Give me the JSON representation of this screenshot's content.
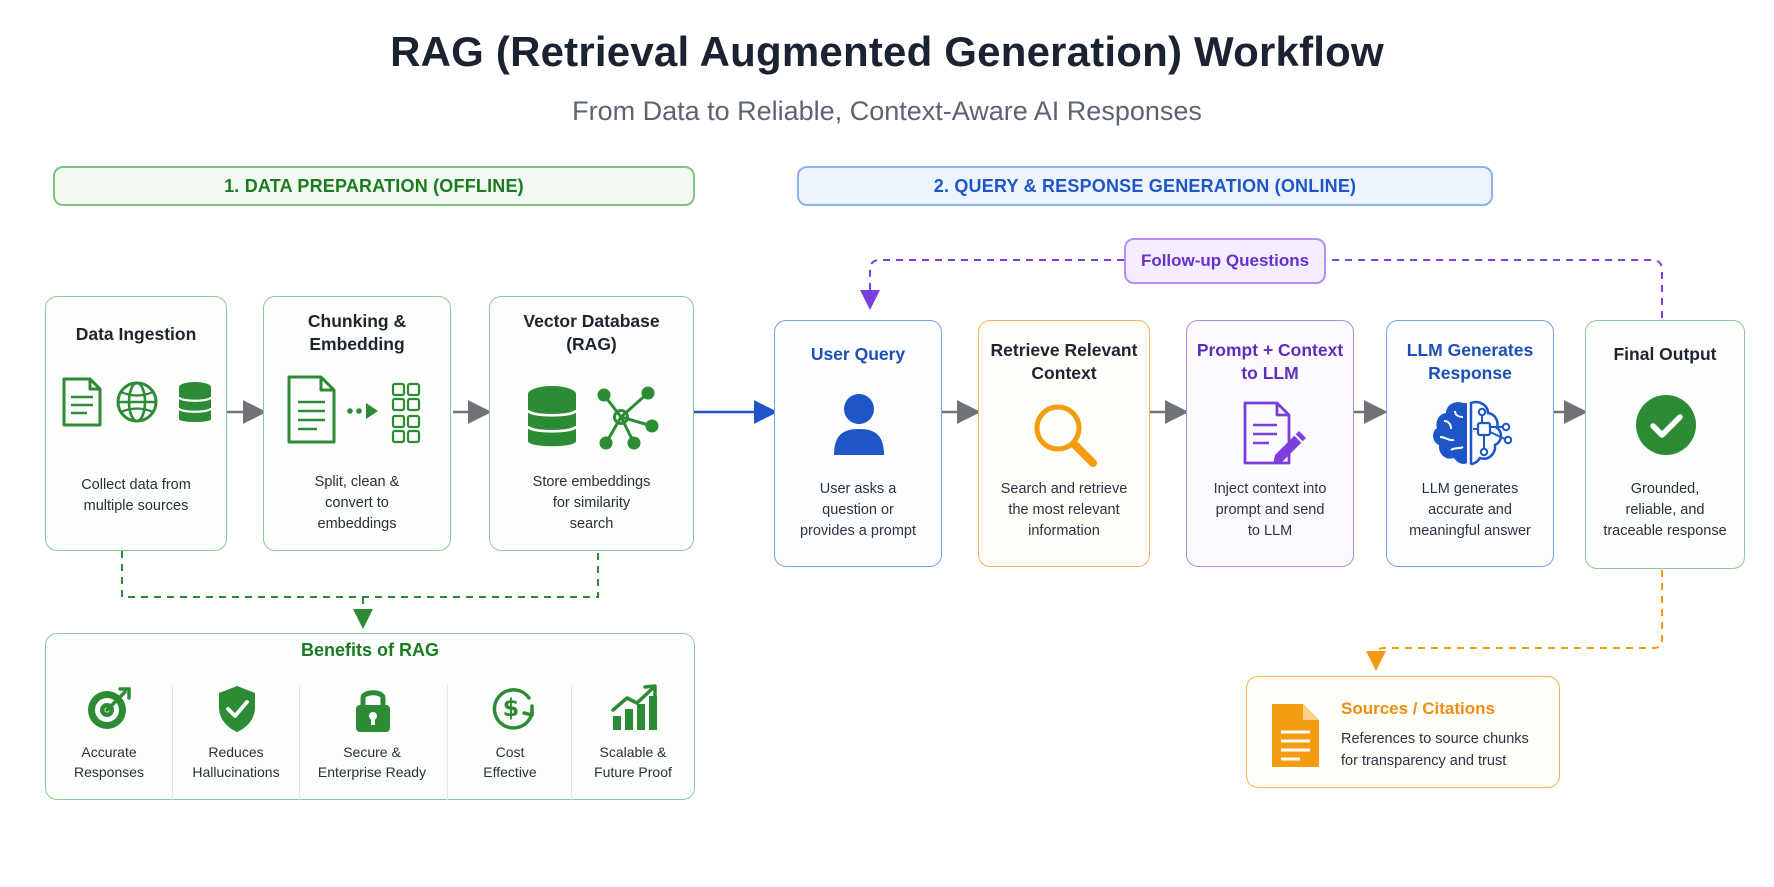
{
  "header": {
    "title": "RAG (Retrieval Augmented Generation) Workflow",
    "subtitle": "From Data to Reliable, Context-Aware AI Responses"
  },
  "sections": {
    "offline": "1. DATA PREPARATION (OFFLINE)",
    "online": "2. QUERY & RESPONSE GENERATION (ONLINE)"
  },
  "offline_steps": [
    {
      "title_lines": [
        "Data Ingestion"
      ],
      "desc_lines": [
        "Collect data from",
        "multiple sources"
      ],
      "icon": "document-globe-database-icons"
    },
    {
      "title_lines": [
        "Chunking &",
        "Embedding"
      ],
      "desc_lines": [
        "Split, clean &",
        "convert to",
        "embeddings"
      ],
      "icon": "document-to-grid-icon"
    },
    {
      "title_lines": [
        "Vector Database",
        "(RAG)"
      ],
      "desc_lines": [
        "Store embeddings",
        "for similarity",
        "search"
      ],
      "icon": "database-network-icon"
    }
  ],
  "online_steps": [
    {
      "title_lines": [
        "User Query"
      ],
      "desc_lines": [
        "User asks a",
        "question or",
        "provides a prompt"
      ],
      "icon": "user-icon"
    },
    {
      "title_lines": [
        "Retrieve Relevant",
        "Context"
      ],
      "desc_lines": [
        "Search and retrieve",
        "the most relevant",
        "information"
      ],
      "icon": "search-icon"
    },
    {
      "title_lines": [
        "Prompt + Context",
        "to LLM"
      ],
      "desc_lines": [
        "Inject context into",
        "prompt and send",
        "to LLM"
      ],
      "icon": "document-pen-icon"
    },
    {
      "title_lines": [
        "LLM Generates",
        "Response"
      ],
      "desc_lines": [
        "LLM generates",
        "accurate and",
        "meaningful answer"
      ],
      "icon": "brain-circuit-icon"
    },
    {
      "title_lines": [
        "Final Output"
      ],
      "desc_lines": [
        "Grounded,",
        "reliable, and",
        "traceable response"
      ],
      "icon": "check-circle-icon"
    }
  ],
  "followup": {
    "label": "Follow-up Questions"
  },
  "benefits": {
    "title": "Benefits of RAG",
    "items": [
      {
        "label_lines": [
          "Accurate",
          "Responses"
        ],
        "icon": "target-icon"
      },
      {
        "label_lines": [
          "Reduces",
          "Hallucinations"
        ],
        "icon": "shield-check-icon"
      },
      {
        "label_lines": [
          "Secure &",
          "Enterprise Ready"
        ],
        "icon": "lock-icon"
      },
      {
        "label_lines": [
          "Cost",
          "Effective"
        ],
        "icon": "dollar-cycle-icon"
      },
      {
        "label_lines": [
          "Scalable &",
          "Future Proof"
        ],
        "icon": "growth-chart-icon"
      }
    ]
  },
  "sources": {
    "title": "Sources / Citations",
    "desc_lines": [
      "References to source chunks",
      "for transparency and trust"
    ]
  },
  "colors": {
    "green": "#2e8b35",
    "blue": "#1f56c7",
    "orange": "#f39c12",
    "purple": "#7a3fdc",
    "gray_arrow": "#6f7378"
  }
}
